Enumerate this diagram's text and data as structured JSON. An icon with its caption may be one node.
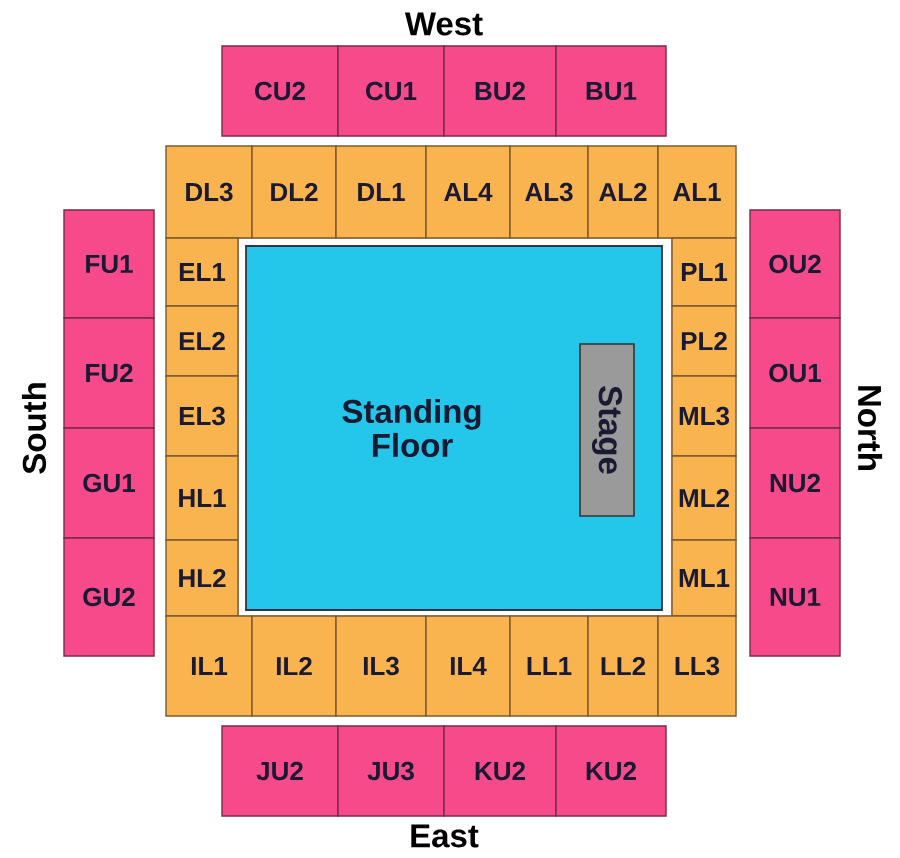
{
  "diagram": {
    "nodes": [
      {
        "text": [
          "CU2"
        ]
      },
      {
        "text": [
          "CU1"
        ]
      },
      {
        "text": [
          "BU2"
        ]
      },
      {
        "text": [
          "BU1"
        ]
      },
      {
        "text": [
          "DL3"
        ]
      },
      {
        "text": [
          "DL2"
        ]
      },
      {
        "text": [
          "DL1"
        ]
      },
      {
        "text": [
          "AL4"
        ]
      },
      {
        "text": [
          "AL3"
        ]
      },
      {
        "text": [
          "AL2"
        ]
      },
      {
        "text": [
          "AL1"
        ]
      },
      {
        "text": [
          "FU1"
        ]
      },
      {
        "text": [
          "FU2"
        ]
      },
      {
        "text": [
          "GU1"
        ]
      },
      {
        "text": [
          "GU2"
        ]
      },
      {
        "text": [
          "EL1"
        ]
      },
      {
        "text": [
          "EL2"
        ]
      },
      {
        "text": [
          "EL3"
        ]
      },
      {
        "text": [
          "HL1"
        ]
      },
      {
        "text": [
          "HL2"
        ]
      },
      {
        "text": [
          "Standing Floor"
        ]
      },
      {
        "text": [
          "Stage"
        ],
        "in": 20
      },
      {
        "text": [
          "PL1"
        ]
      },
      {
        "text": [
          "PL2"
        ]
      },
      {
        "text": [
          "ML3"
        ]
      },
      {
        "text": [
          "ML2"
        ]
      },
      {
        "text": [
          "ML1"
        ]
      },
      {
        "text": [
          "OU2"
        ]
      },
      {
        "text": [
          "OU1"
        ]
      },
      {
        "text": [
          "NU2"
        ]
      },
      {
        "text": [
          "NU1"
        ]
      },
      {
        "text": [
          "IL1"
        ]
      },
      {
        "text": [
          "IL2"
        ]
      },
      {
        "text": [
          "IL3"
        ]
      },
      {
        "text": [
          "IL4"
        ]
      },
      {
        "text": [
          "LL1"
        ]
      },
      {
        "text": [
          "LL2"
        ]
      },
      {
        "text": [
          "LL3"
        ]
      },
      {
        "text": [
          "JU2"
        ]
      },
      {
        "text": [
          "JU3"
        ]
      },
      {
        "text": [
          "KU2"
        ]
      },
      {
        "text": [
          "KU2"
        ]
      }
    ],
    "labels": [
      "West",
      "South",
      "North",
      "East"
    ]
  }
}
